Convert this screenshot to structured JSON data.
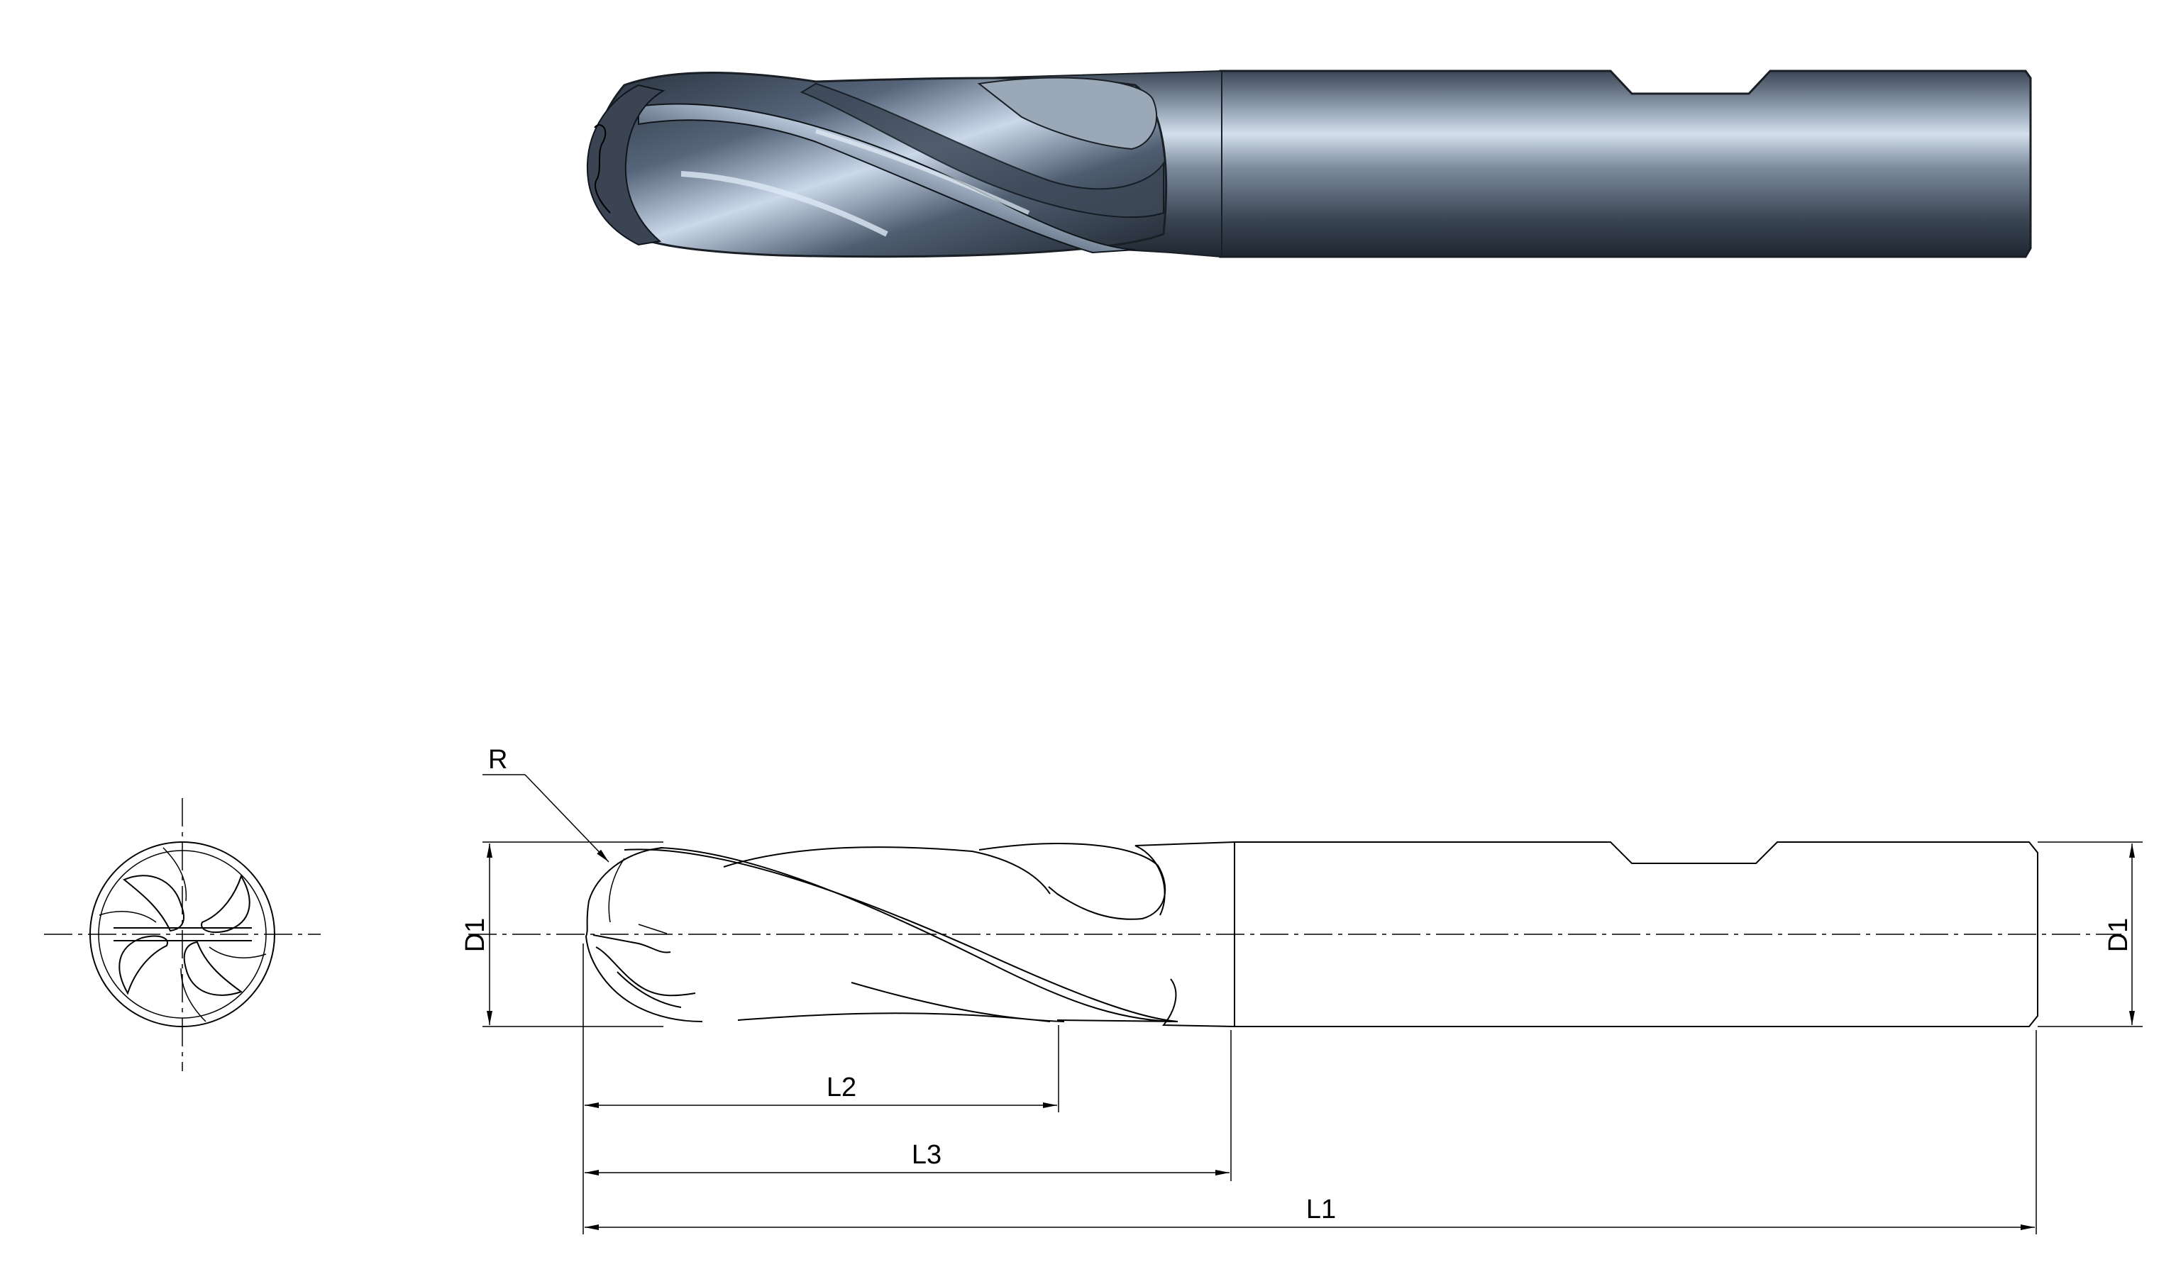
{
  "labels": {
    "radius": "R",
    "diameter_left": "D1",
    "diameter_right": "D1",
    "l2": "L2",
    "l3": "L3",
    "l1": "L1"
  },
  "colors": {
    "tool_dark": "#2f3a47",
    "tool_mid": "#5d6b7b",
    "tool_light": "#c9d6e6",
    "line": "#000000",
    "background": "#ffffff"
  }
}
